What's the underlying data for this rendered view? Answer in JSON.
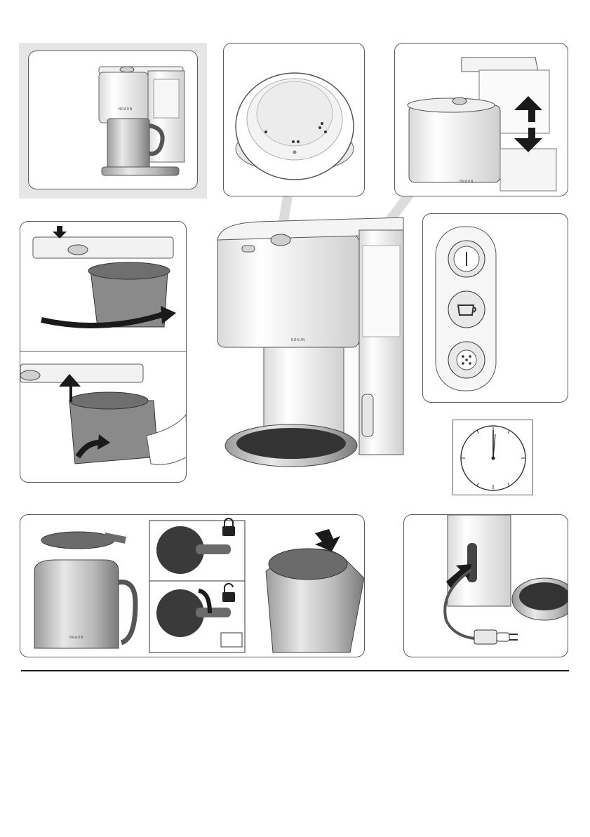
{
  "figure": {
    "brand_logo_text": "BRAUN",
    "panels": {
      "overview": {
        "icon": "coffee-machine-with-carafe"
      },
      "control_knob": {
        "icon": "control-knob-closeup"
      },
      "water_tank": {
        "icon": "water-tank-lift",
        "arrows": [
          "arrow-up-icon",
          "arrow-down-icon"
        ]
      },
      "filter_swing": {
        "icon": "filter-basket-swing-out"
      },
      "filter_remove": {
        "icon": "filter-basket-removal"
      },
      "buttons": {
        "items": [
          "power-button-icon",
          "cup-button-icon",
          "aroma-button-icon"
        ]
      },
      "clock": {
        "icon": "clock-icon"
      },
      "carafe": {
        "icons": [
          "carafe-icon",
          "lid-locked-icon",
          "lid-unlocked-icon",
          "pour-press-icon"
        ]
      },
      "power": {
        "icons": [
          "power-plug-icon",
          "insert-arrow-icon"
        ]
      }
    },
    "colors": {
      "outline": "#5a5a5a",
      "panel_shade": "#e6e6e6",
      "steel_dark": "#6b6b6b",
      "steel_light": "#d8d8d8",
      "arrow": "#1a1a1a"
    }
  }
}
